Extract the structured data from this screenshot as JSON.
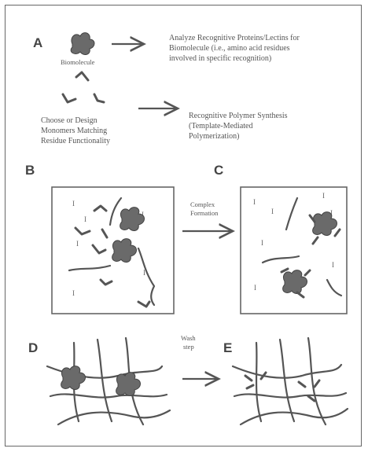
{
  "panels": {
    "a": "A",
    "b": "B",
    "c": "C",
    "d": "D",
    "e": "E"
  },
  "labels": {
    "biomolecule": "Biomolecule",
    "analyze_line1": "Analyze Recognitive Proteins/Lectins for",
    "analyze_line2": "Biomolecule (i.e., amino acid residues",
    "analyze_line3": "involved in specific recognition)",
    "choose_line1": "Choose or Design",
    "choose_line2": "Monomers Matching",
    "choose_line3": "Residue Functionality",
    "synthesis_line1": "Recognitive Polymer Synthesis",
    "synthesis_line2": "(Template-Mediated",
    "synthesis_line3": "Polymerization)",
    "complex_line1": "Complex",
    "complex_line2": "Formation",
    "wash_line1": "Wash",
    "wash_line2": "step",
    "crosslinker_symbol": "I"
  },
  "colors": {
    "ink": "#555555",
    "blob": "#6a6a6a",
    "frame": "#666666"
  }
}
